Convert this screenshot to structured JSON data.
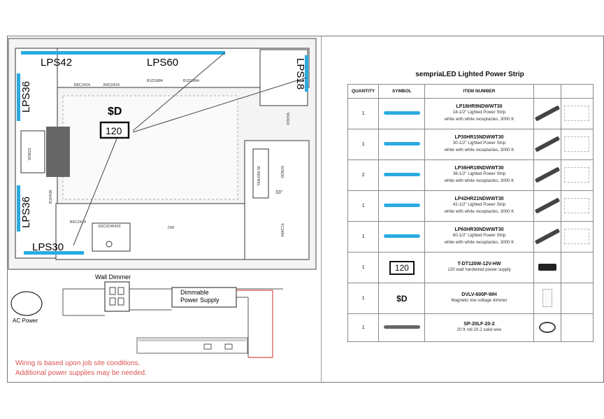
{
  "plan": {
    "labels": {
      "lps42": "LPS42",
      "lps60": "LPS60",
      "lps36_top": "LPS36",
      "lps36_bottom": "LPS36",
      "lps18": "LPS18",
      "lps30": "LPS30",
      "dimmer_symbol": "$D",
      "power_box": "120",
      "cab_b8c": "B8C2424",
      "cab_b4": "B4D2424",
      "cab_b1": "B1D1884",
      "cab_b1b": "B1D1884",
      "cab_dw": "DW",
      "cab_b15": "B5C2424",
      "cab_sink": "SSC3OW41F",
      "cab_w36": "W3623",
      "cab_w": "W3630",
      "cab_w24": "W2424",
      "cab_ref": "36 REFRIG.",
      "cab_f": "B1FA36",
      "cab_tall": "TC2484",
      "cab_33": "33\"",
      "wall_dimmer": "Wall Dimmer"
    },
    "colors": {
      "strip": "#29abe2",
      "wire": "#d9534f"
    }
  },
  "wiring": {
    "ac_power": "AC Power",
    "wall_dimmer": "Wall Dimmer",
    "power_supply": "Dimmable\nPower Supply",
    "power_supply_line1": "Dimmable",
    "power_supply_line2": "Power Supply",
    "note_line1": "Wiring is based upon job site conditions.",
    "note_line2": "Additional power supplies may be needed."
  },
  "table": {
    "title": "sempriaLED Lighted Power Strip",
    "headers": [
      "QUANTITY",
      "SYMBOL",
      "ITEM NUMBER",
      "",
      ""
    ],
    "rows": [
      {
        "qty": "1",
        "symbol": "bar",
        "item": "LP18HR9NDWWT30",
        "desc1": "18-1/2\" Lighted Power Strip",
        "desc2": "white with white receptacles, 3000 K",
        "thumb": "strip"
      },
      {
        "qty": "1",
        "symbol": "bar",
        "item": "LP30HR15NDWWT30",
        "desc1": "30-1/2\" Lighted Power Strip",
        "desc2": "white with white receptacles, 3000 K",
        "thumb": "strip"
      },
      {
        "qty": "2",
        "symbol": "bar",
        "item": "LP36HR18NDWWT30",
        "desc1": "36-1/2\" Lighted Power Strip",
        "desc2": "white with white receptacles, 3000 K",
        "thumb": "strip"
      },
      {
        "qty": "1",
        "symbol": "bar",
        "item": "LP42HR21NDWWT30",
        "desc1": "42-1/2\" Lighted Power Strip",
        "desc2": "white with white receptacles, 3000 K",
        "thumb": "strip"
      },
      {
        "qty": "1",
        "symbol": "bar",
        "item": "LP60HR30NDWWT30",
        "desc1": "60-1/2\" Lighted Power Strip",
        "desc2": "white with white receptacles, 3000 K",
        "thumb": "strip"
      },
      {
        "qty": "1",
        "symbol": "box",
        "symbol_text": "120",
        "item": "T-DT120W-12V-HW",
        "desc1": "120 watt hardwired power supply",
        "desc2": "",
        "thumb": "box"
      },
      {
        "qty": "1",
        "symbol": "dimmer",
        "symbol_text": "$D",
        "item": "DVLV-600P-WH",
        "desc1": "Magnetic low voltage dimmer",
        "desc2": "",
        "thumb": "dimmer"
      },
      {
        "qty": "1",
        "symbol": "wire",
        "item": "SP-20LF-20-2",
        "desc1": "20 ft roll 20-2 solid wire",
        "desc2": "",
        "thumb": "coil"
      }
    ]
  }
}
